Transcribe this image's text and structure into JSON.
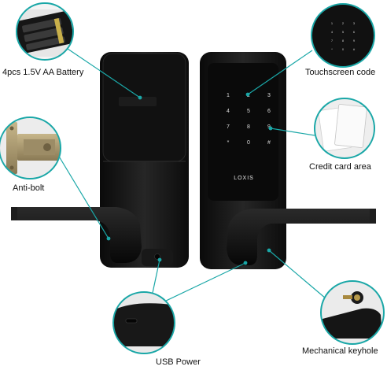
{
  "labels": {
    "battery": "4pcs 1.5V AA Battery",
    "touchscreen": "Touchscreen code",
    "anti_bolt": "Anti-bolt",
    "credit_card": "Credit card area",
    "usb_power": "USB Power",
    "keyhole": "Mechanical keyhole"
  },
  "brand": "LOXIS",
  "keypad": {
    "rows": [
      [
        "1",
        "2",
        "3"
      ],
      [
        "4",
        "5",
        "6"
      ],
      [
        "7",
        "8",
        "9"
      ],
      [
        "*",
        "0",
        "#"
      ]
    ]
  },
  "colors": {
    "callout_line": "#1aa7a7",
    "lock_body": "#141414",
    "lock_face": "#0c0c0c"
  }
}
